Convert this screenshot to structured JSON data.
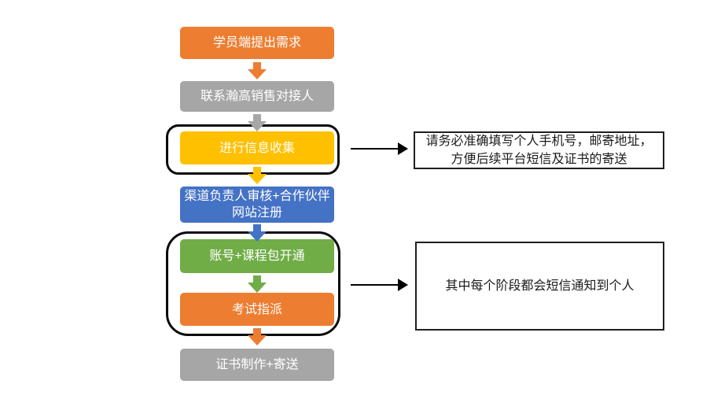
{
  "colors": {
    "orange": "#ED7D31",
    "gray": "#A6A6A6",
    "yellow": "#FFC000",
    "blue": "#4472C4",
    "green": "#70AD47",
    "highlight_outline": "#0B0B0B",
    "annotation_border": "#1F1F1F",
    "connector": "#000000",
    "node_text": "#FFFFFF",
    "annotation_text": "#1A1A1A",
    "background": "#FFFFFF"
  },
  "flowchart": {
    "nodes": [
      {
        "label": "学员端提出需求",
        "color": "#ED7D31",
        "highlighted": false
      },
      {
        "label": "联系瀚高销售对接人",
        "color": "#A6A6A6",
        "highlighted": false
      },
      {
        "label": "进行信息收集",
        "color": "#FFC000",
        "highlighted": true
      },
      {
        "label": "渠道负责人审核+合作伙伴网站注册",
        "line1": "渠道负责人审核+合作伙伴",
        "line2": "网站注册",
        "color": "#4472C4",
        "highlighted": false
      },
      {
        "label": "账号+课程包开通",
        "color": "#70AD47",
        "highlighted": true
      },
      {
        "label": "考试指派",
        "color": "#ED7D31",
        "highlighted": true
      },
      {
        "label": "证书制作+寄送",
        "color": "#A6A6A6",
        "highlighted": false
      }
    ],
    "annotations": [
      {
        "text": "请务必准确填写个人手机号，邮寄地址，方便后续平台短信及证书的寄送",
        "line1": "请务必准确填写个人手机号，邮寄地址，",
        "line2": "方便后续平台短信及证书的寄送"
      },
      {
        "text": "其中每个阶段都会短信通知到个人"
      }
    ]
  }
}
